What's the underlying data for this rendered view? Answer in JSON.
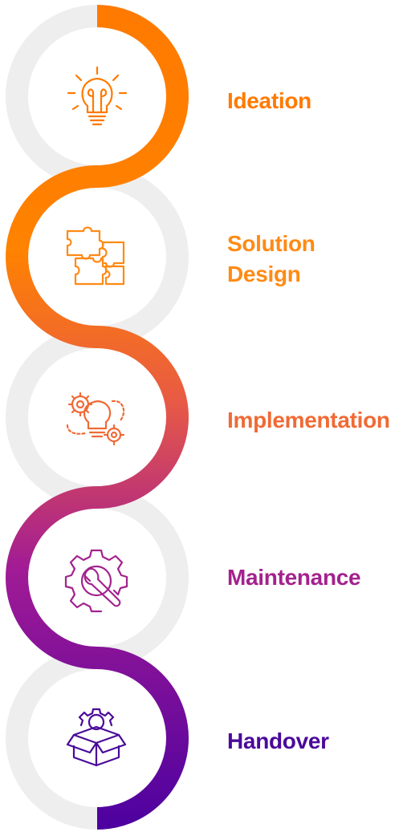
{
  "steps": [
    {
      "label_lines": [
        "Ideation"
      ],
      "icon": "lightbulb-icon",
      "color": "#FF7A00"
    },
    {
      "label_lines": [
        "Solution",
        "Design"
      ],
      "icon": "puzzle-icon",
      "color": "#FF8A14"
    },
    {
      "label_lines": [
        "Implementation"
      ],
      "icon": "gears-lightbulb-icon",
      "color": "#F06A35"
    },
    {
      "label_lines": [
        "Maintenance"
      ],
      "icon": "gear-wrench-icon",
      "color": "#A3228E"
    },
    {
      "label_lines": [
        "Handover"
      ],
      "icon": "box-gear-icon",
      "color": "#4A0A9A"
    }
  ],
  "colors": {
    "track": "#EEEEEE",
    "gradient_top": "#FF7A00",
    "gradient_mid": "#E85A45",
    "gradient_lower": "#A11B95",
    "gradient_bottom": "#4A00A0"
  }
}
